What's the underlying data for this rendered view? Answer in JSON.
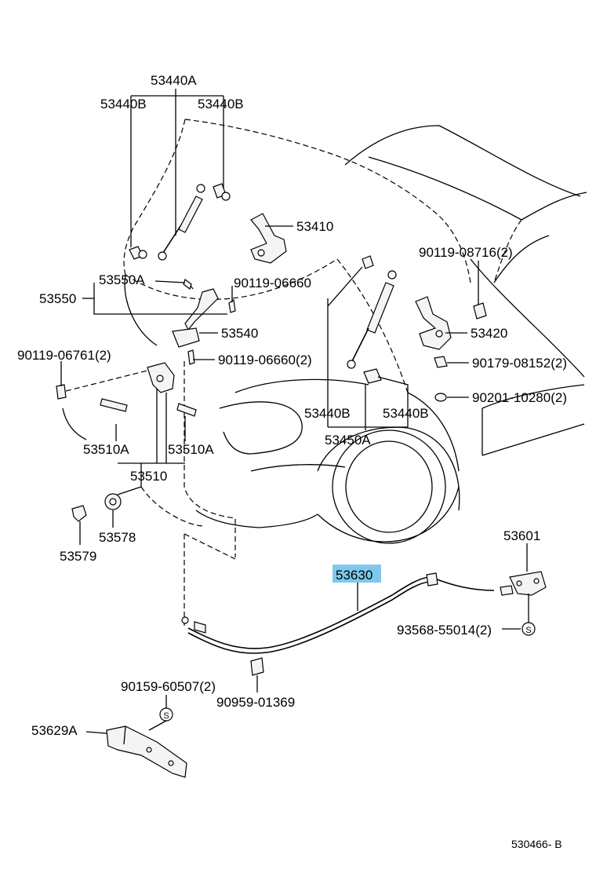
{
  "labels": {
    "p53440A": "53440A",
    "p53440B_l": "53440B",
    "p53440B_r": "53440B",
    "p53410": "53410",
    "p90119_08716": "90119-08716(2)",
    "p53550A": "53550A",
    "p53550": "53550",
    "p90119_06660": "90119-06660",
    "p53540": "53540",
    "p53420": "53420",
    "p90119_06761": "90119-06761(2)",
    "p90119_06660_2": "90119-06660(2)",
    "p90179_08152": "90179-08152(2)",
    "p90201_10280": "90201-10280(2)",
    "p53440B_ml": "53440B",
    "p53440B_mr": "53440B",
    "p53510A_l": "53510A",
    "p53510A_r": "53510A",
    "p53450A": "53450A",
    "p53510": "53510",
    "p53578": "53578",
    "p53579": "53579",
    "p53601": "53601",
    "p53630": "53630",
    "p93568_55014": "93568-55014(2)",
    "p90159_60507": "90159-60507(2)",
    "p90959_01369": "90959-01369",
    "p53629A": "53629A",
    "drawing_code": "530466- B"
  },
  "symbols": {
    "screw_mark": "S"
  },
  "highlight": {
    "part": "53630",
    "color": "#7fc8ec"
  }
}
